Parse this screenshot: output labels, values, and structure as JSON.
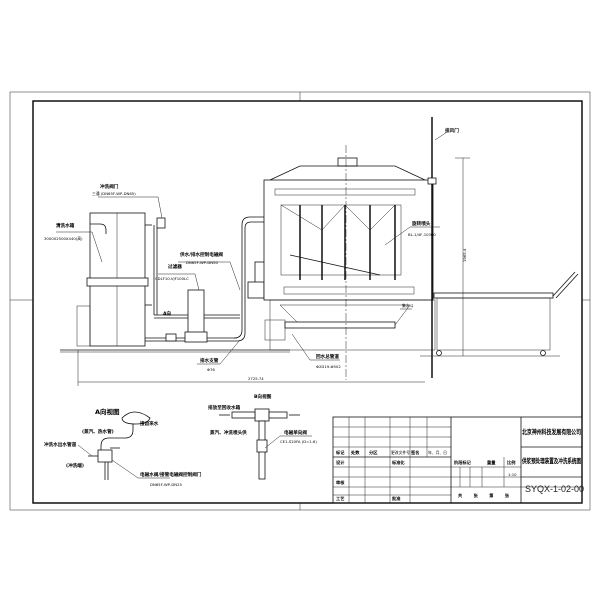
{
  "main_view": {
    "labels": {
      "flush_tank_valve": "冲洗阀门",
      "flush_tank_tee": "三通 (DN65F-WP-DN65)",
      "clean_water_tank": "清洗水箱",
      "clean_water_tank_spec": "3000X2500X440(高)",
      "pump_valve": "供水/排水控制电磁阀",
      "pump_valve_spec": "DN65F-WP-DN50",
      "filter": "过滤器",
      "filter_spec": "CDLF10-VJF100LC",
      "view_a_marker": "A向",
      "drain_pipe": "排水支管",
      "drain_pipe_spec": "Φ76",
      "return_pipe": "回水总管道",
      "return_pipe_spec": "Φ2D19-Φ502",
      "spray_nozzle": "旋转喷头",
      "spray_nozzle_spec": "BL-1/4F-10300",
      "exhaust_door": "排风门",
      "water_collector": "集水斗"
    },
    "dimensions": {
      "overall_width": "2725.74",
      "overall_height": "1965.4"
    }
  },
  "detail_a": {
    "title": "A向视图",
    "labels": {
      "water_inlet": "接自来水",
      "hot_water": "(蒸汽、热水管)",
      "flush_outlet": "冲洗水出水管道",
      "flush_port": "(冲洗端)",
      "solenoid_valve": "电磁水阀/接管电磁阀控制阀门",
      "solenoid_valve_spec": "DN65F-WP-DN25"
    }
  },
  "detail_b": {
    "title": "B向视图",
    "labels": {
      "to_return": "排放至回收水箱",
      "flush_supply": "蒸汽、冲洗喷头供",
      "check_valve": "电磁单向阀",
      "check_valve_spec": "CE1-S20FA (D=1.6)"
    }
  },
  "title_block": {
    "company": "北京神州科技发展有限公司",
    "drawing_title": "供浆预处理装置及冲洗系统图",
    "drawing_number": "SYQX-1-02-00",
    "scale": "1:10",
    "headers": [
      "标记",
      "处数",
      "分区",
      "更改文件号",
      "签名",
      "年、月、日"
    ],
    "rows": [
      "设计",
      "审核",
      "工艺"
    ],
    "standardization": "标准化",
    "approval": "批准",
    "stage_headers": [
      "阶段标记",
      "重量",
      "比例"
    ],
    "sheet_info": "共 张 第 张"
  }
}
